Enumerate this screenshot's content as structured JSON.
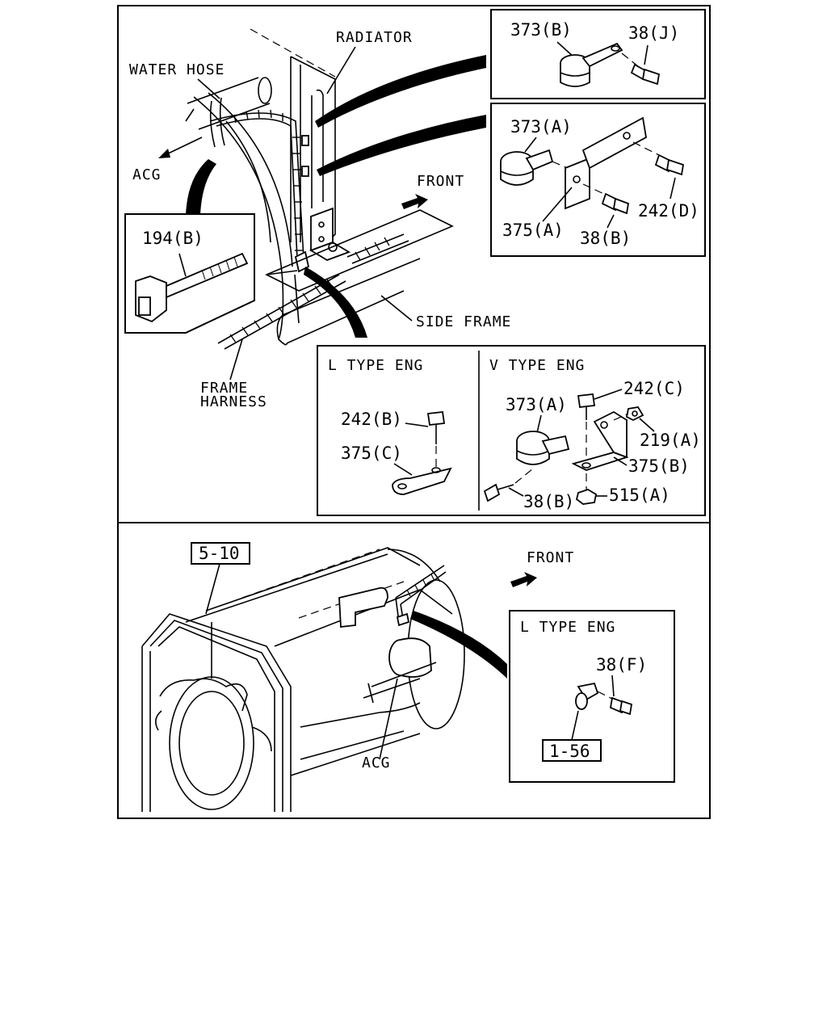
{
  "labels": {
    "radiator": "RADIATOR",
    "water_hose": "WATER HOSE",
    "acg_top": "ACG",
    "front_top": "FRONT",
    "side_frame": "SIDE FRAME",
    "frame_harness_1": "FRAME",
    "frame_harness_2": "HARNESS",
    "front_bottom": "FRONT",
    "acg_bottom": "ACG"
  },
  "callouts": {
    "p194b": "194(B)",
    "p373b": "373(B)",
    "p38j": "38(J)",
    "p373a_top": "373(A)",
    "p375a": "375(A)",
    "p38b_top": "38(B)",
    "p242d": "242(D)",
    "p242b": "242(B)",
    "p375c": "375(C)",
    "p373a_v": "373(A)",
    "p242c": "242(C)",
    "p219a": "219(A)",
    "p375b": "375(B)",
    "p38b_v": "38(B)",
    "p515a": "515(A)",
    "p38f": "38(F)"
  },
  "panels": {
    "l_type": "L TYPE ENG",
    "v_type": "V TYPE ENG",
    "l_type_bottom": "L TYPE ENG"
  },
  "refs": {
    "ref_5_10": "5-10",
    "ref_1_56": "1-56"
  }
}
